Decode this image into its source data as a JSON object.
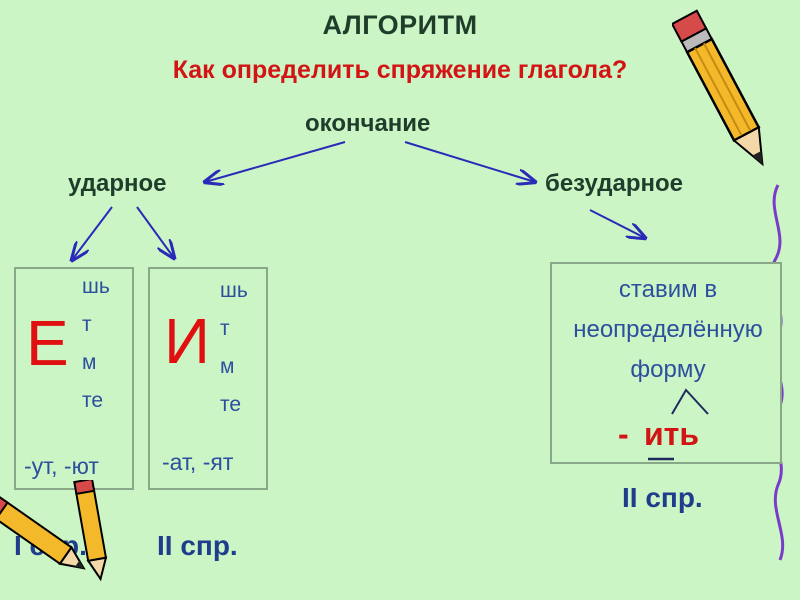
{
  "title": "АЛГОРИТМ",
  "subtitle": "Как определить спряжение глагола?",
  "root": "окончание",
  "stressed": "ударное",
  "unstressed": "безударное",
  "box_e": {
    "letter": "Е",
    "forms": [
      "шь",
      "т",
      "м",
      "те"
    ],
    "endings": "-ут, -ют",
    "conjugation": "I спр."
  },
  "box_i": {
    "letter": "И",
    "forms": [
      "шь",
      "т",
      "м",
      "те"
    ],
    "endings": "-ат, -ят",
    "conjugation": "II спр."
  },
  "box_infinitive": {
    "lines": [
      "ставим в",
      "неопределённую",
      "форму"
    ],
    "dash": "-",
    "suffix": "ить",
    "conjugation": "II спр."
  },
  "icons": [
    "pencil-icon",
    "pencils-icon"
  ],
  "colors": {
    "background": "#ccf5c6",
    "arrow": "#2a2ab8",
    "accent": "#d21414",
    "text": "#2d4f9e"
  }
}
